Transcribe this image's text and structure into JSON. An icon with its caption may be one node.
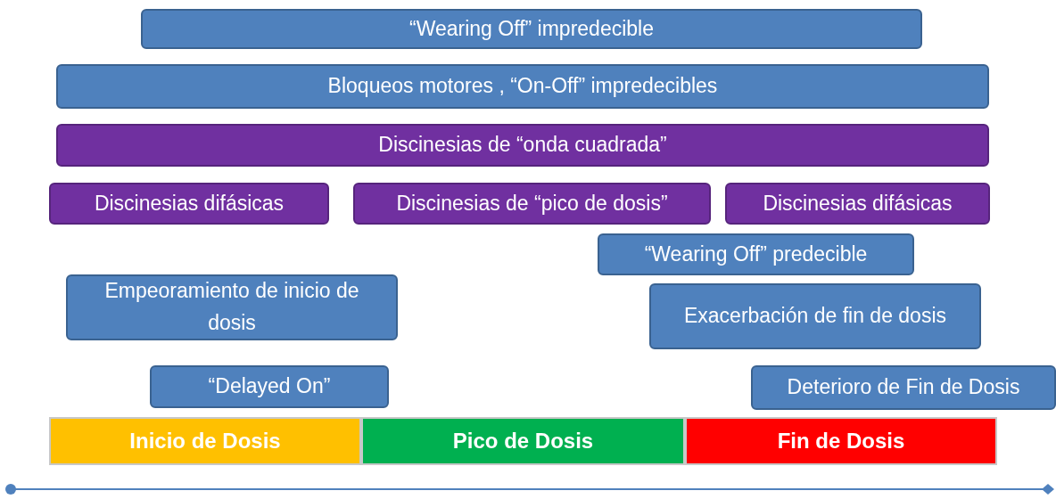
{
  "diagram": {
    "nodes": [
      {
        "text": [
          "“Wearing Off” impredecible"
        ]
      },
      {
        "text": [
          "Bloqueos motores , “On-Off” impredecibles"
        ]
      },
      {
        "text": [
          "Discinesias de “onda cuadrada”"
        ]
      },
      {
        "text": [
          "Discinesias difásicas"
        ]
      },
      {
        "text": [
          "Discinesias de “pico de dosis”"
        ]
      },
      {
        "text": [
          "Discinesias difásicas"
        ]
      },
      {
        "text": [
          "“Wearing Off” predecible"
        ]
      },
      {
        "text": [
          "Empeoramiento de inicio de dosis"
        ]
      },
      {
        "text": [
          "Exacerbación de fin de dosis"
        ]
      },
      {
        "text": [
          "“Delayed On”"
        ]
      },
      {
        "text": [
          "Deterioro de Fin de Dosis"
        ]
      },
      {
        "text": [
          "Inicio de Dosis"
        ]
      },
      {
        "text": [
          "Pico de Dosis"
        ]
      },
      {
        "text": [
          "Fin de Dosis"
        ]
      }
    ]
  }
}
